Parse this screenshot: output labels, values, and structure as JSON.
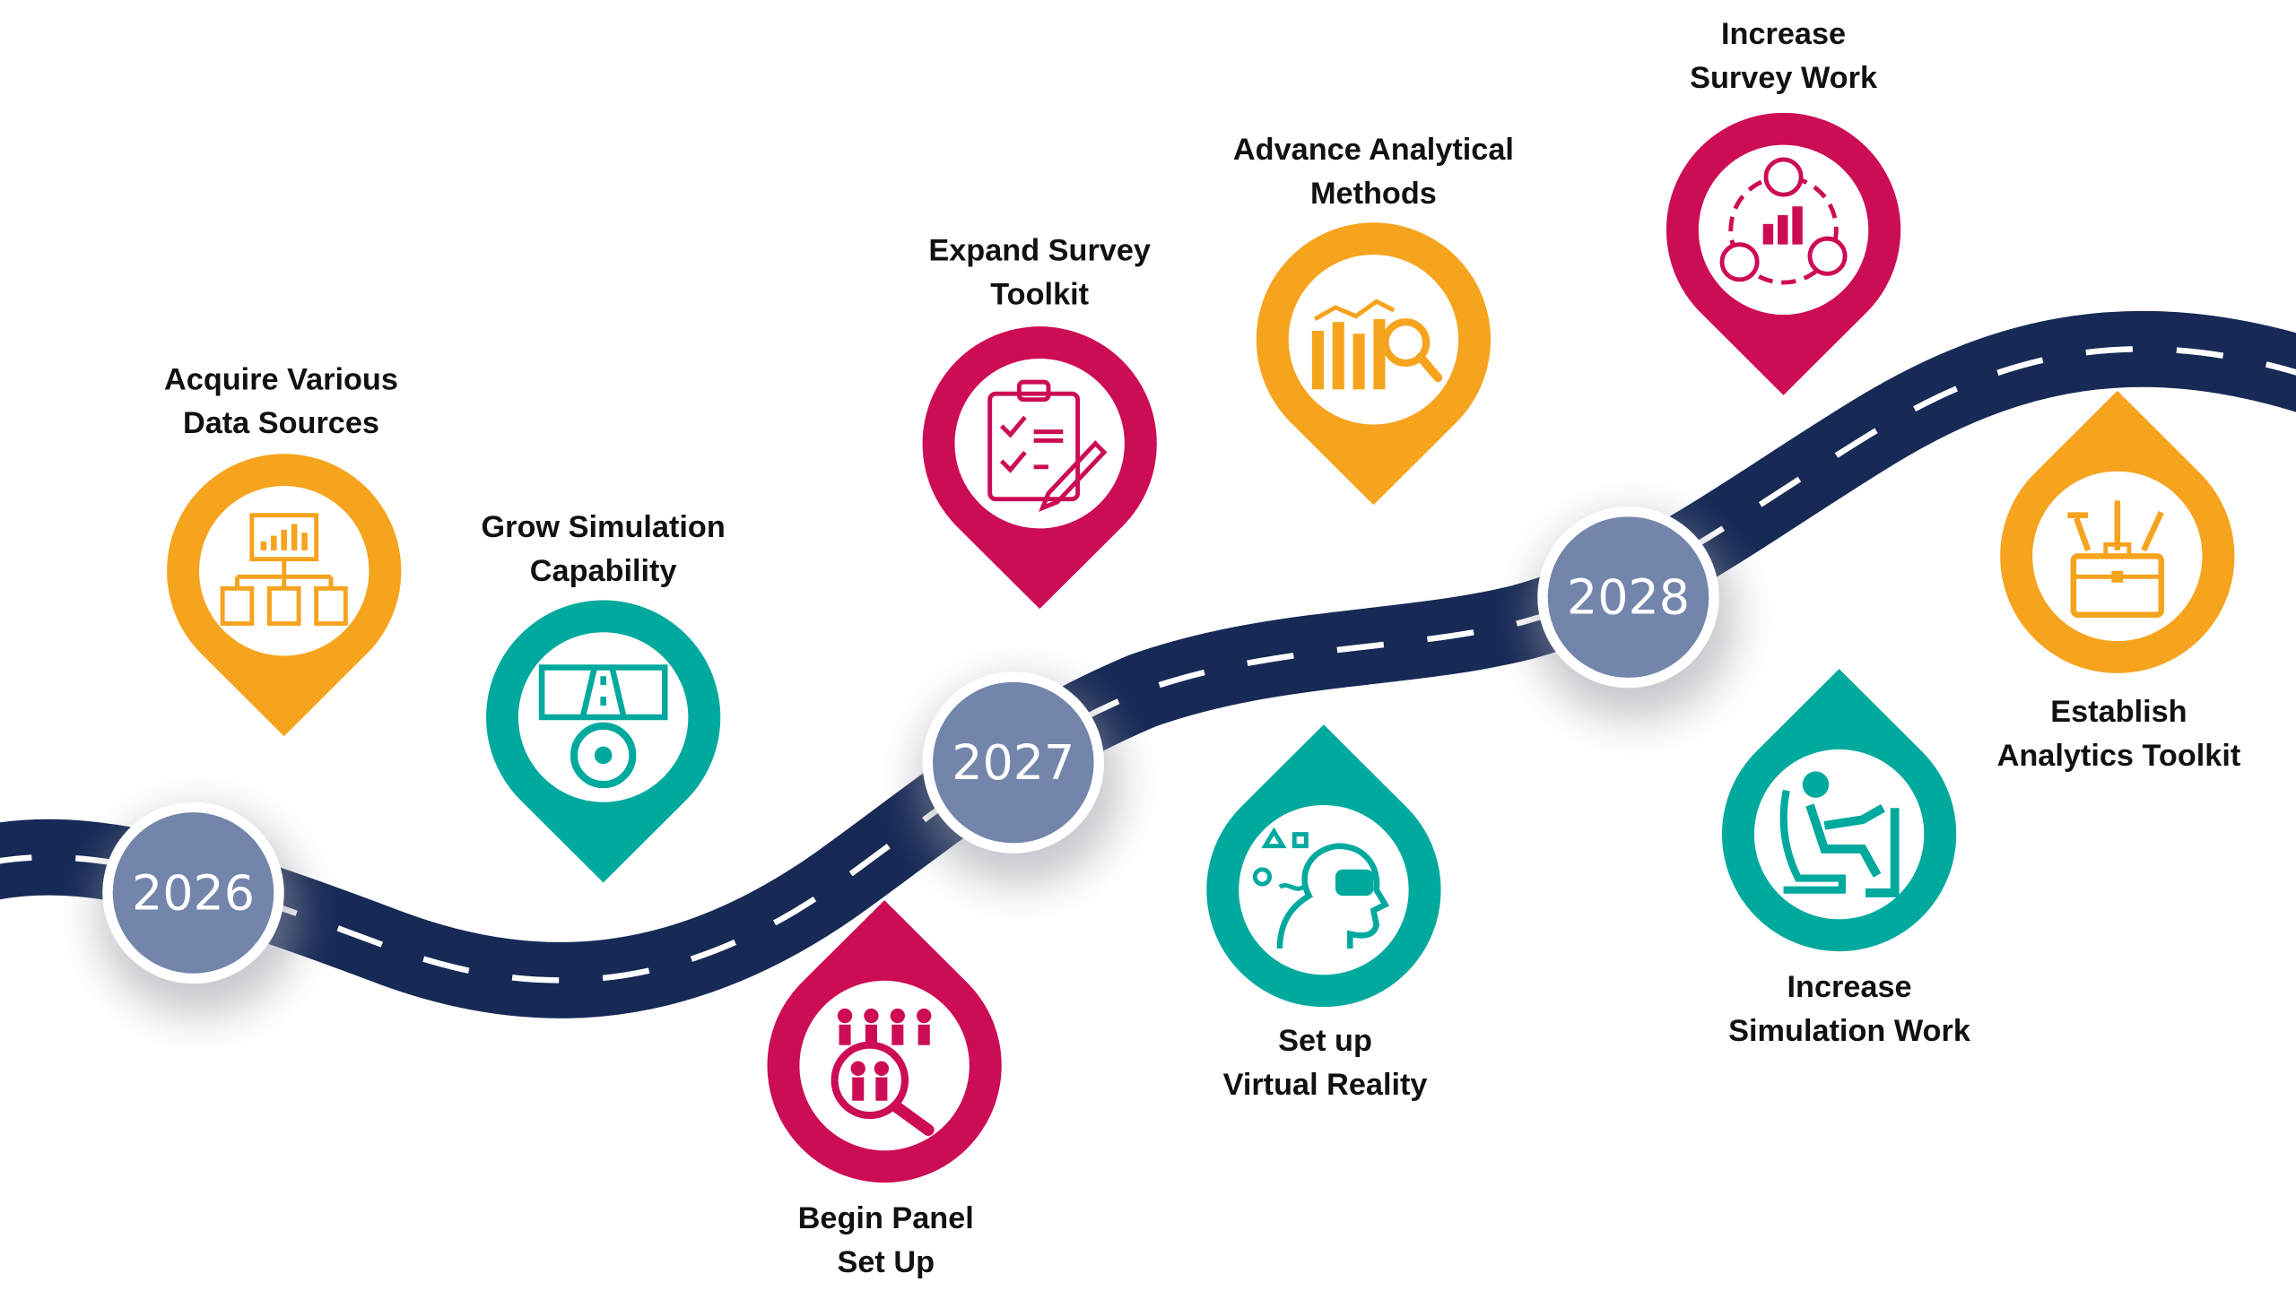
{
  "title": "Roadmap",
  "colors": {
    "orange": "#F6A31E",
    "magenta": "#CC0C55",
    "teal": "#00A99D",
    "road": "#172A56",
    "year": "#7385AB"
  },
  "years": [
    "2026",
    "2027",
    "2028"
  ],
  "milestones": [
    {
      "lines": [
        "Acquire Various",
        "Data Sources"
      ],
      "color": "orange",
      "icon": "data-hierarchy-icon"
    },
    {
      "lines": [
        "Grow Simulation",
        "Capability"
      ],
      "color": "teal",
      "icon": "driving-simulator-icon"
    },
    {
      "lines": [
        "Begin Panel",
        "Set Up"
      ],
      "color": "magenta",
      "icon": "people-search-icon"
    },
    {
      "lines": [
        "Expand Survey",
        "Toolkit"
      ],
      "color": "magenta",
      "icon": "clipboard-checklist-icon"
    },
    {
      "lines": [
        "Set up",
        "Virtual Reality"
      ],
      "color": "teal",
      "icon": "vr-headset-icon"
    },
    {
      "lines": [
        "Advance Analytical",
        "Methods"
      ],
      "color": "orange",
      "icon": "chart-magnifier-icon"
    },
    {
      "lines": [
        "Increase",
        "Survey Work"
      ],
      "color": "magenta",
      "icon": "survey-network-icon"
    },
    {
      "lines": [
        "Increase",
        "Simulation Work"
      ],
      "color": "teal",
      "icon": "simulator-seat-icon"
    },
    {
      "lines": [
        "Establish",
        "Analytics Toolkit"
      ],
      "color": "orange",
      "icon": "toolkit-icon"
    }
  ]
}
